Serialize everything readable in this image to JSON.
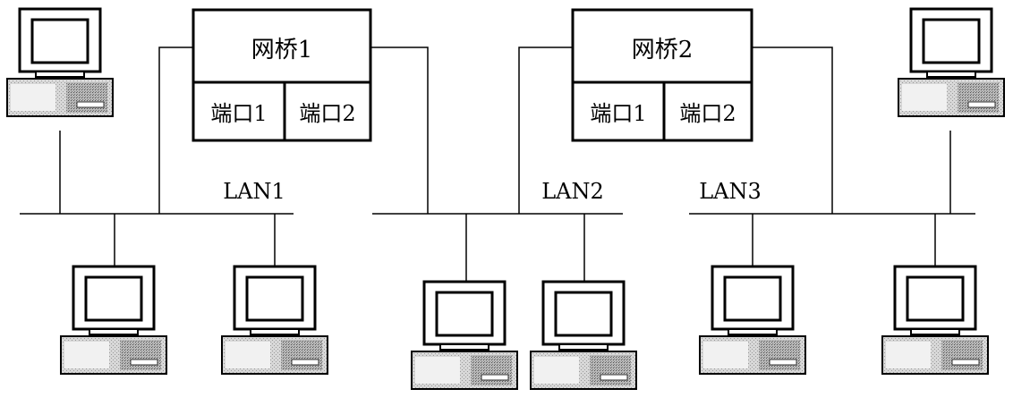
{
  "bridges": [
    {
      "name": "网桥1",
      "ports": [
        "端口1",
        "端口2"
      ]
    },
    {
      "name": "网桥2",
      "ports": [
        "端口1",
        "端口2"
      ]
    }
  ],
  "lans": [
    {
      "label": "LAN1"
    },
    {
      "label": "LAN2"
    },
    {
      "label": "LAN3"
    }
  ],
  "computers": [
    {
      "lan": "LAN1",
      "count": 3
    },
    {
      "lan": "LAN2",
      "count": 2
    },
    {
      "lan": "LAN3",
      "count": 3
    }
  ]
}
